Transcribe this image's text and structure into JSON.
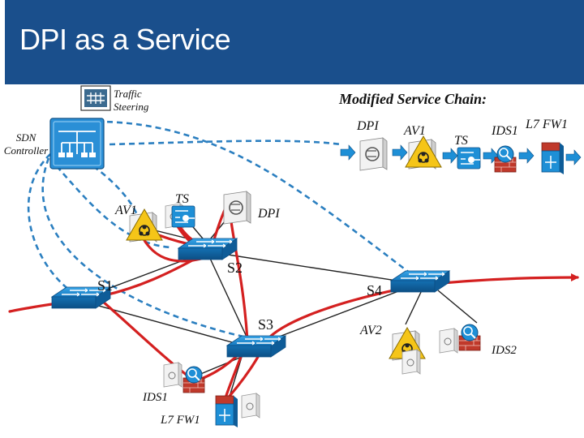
{
  "title": "DPI as a Service",
  "legend": {
    "traffic_steering": [
      "Traffic",
      "Steering"
    ]
  },
  "service_chain": {
    "heading": "Modified Service Chain:",
    "items": [
      "DPI",
      "AV1",
      "TS",
      "IDS1",
      "L7 FW1"
    ]
  },
  "controller": {
    "label": [
      "SDN",
      "Controller"
    ]
  },
  "nodes": {
    "s1": "S1",
    "s2": "S2",
    "s3": "S3",
    "s4": "S4",
    "av1": "AV1",
    "ts": "TS",
    "dpi": "DPI",
    "av2": "AV2",
    "ids1": "IDS1",
    "fw1": "L7 FW1",
    "ids2": "IDS2"
  },
  "colors": {
    "header": "#1a4f8c",
    "flow": "#d42020",
    "control": "#2b7fc0",
    "link": "#222222",
    "device": "#1e8fd6"
  }
}
